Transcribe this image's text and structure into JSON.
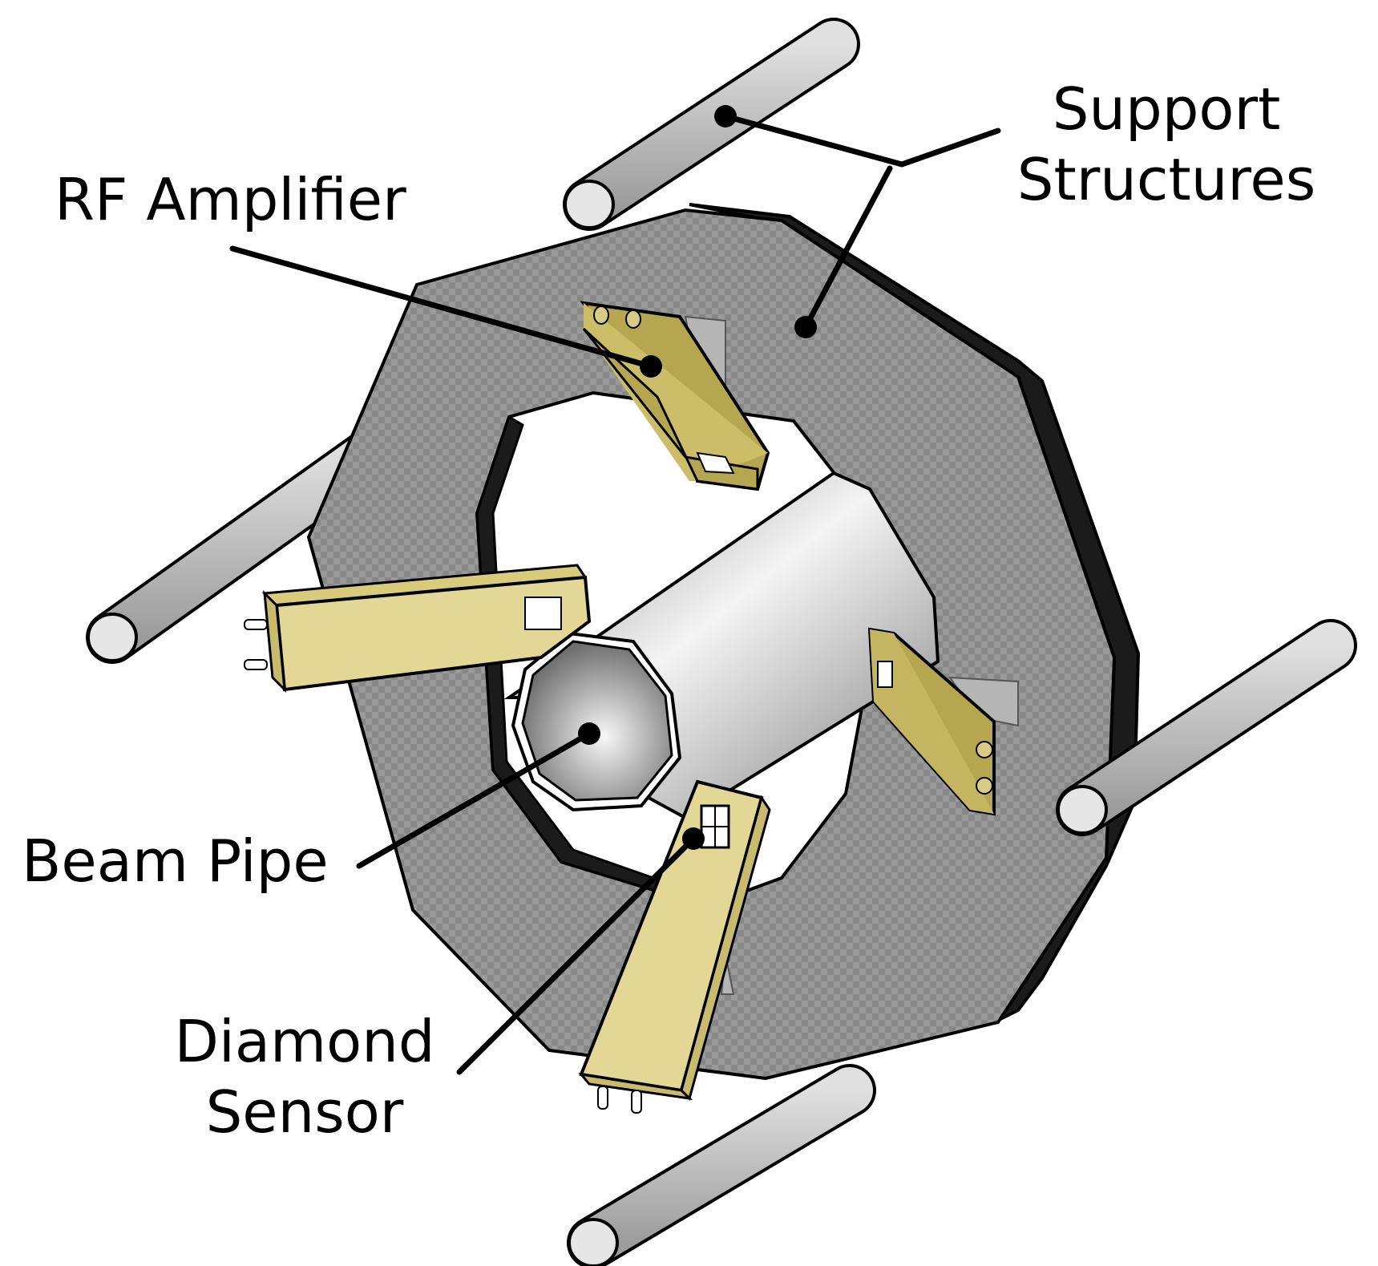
{
  "labels": {
    "rf_amplifier": "RF Amplifier",
    "support_line1": "Support",
    "support_line2": "Structures",
    "beam_pipe": "Beam Pipe",
    "diamond_line1": "Diamond",
    "diamond_line2": "Sensor"
  },
  "colors": {
    "ring_fill": "#8f8f8f",
    "ring_edge": "#1a1a1a",
    "rod_fill": "#bdbdbd",
    "board_fill": "#e3d796",
    "board_shade": "#b5a650",
    "pipe_fill": "#b9b9b9",
    "leader": "#000000"
  }
}
